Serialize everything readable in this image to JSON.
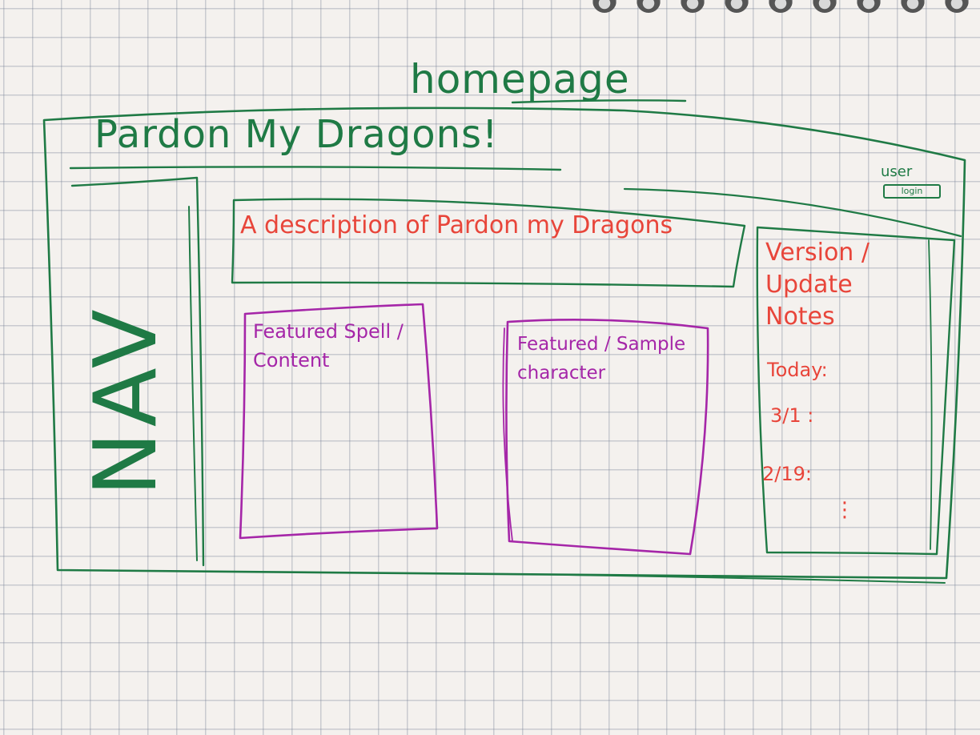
{
  "page_label": "homepage",
  "site_title": "Pardon My Dragons!",
  "header": {
    "user_label": "user",
    "user_button": "login"
  },
  "nav": {
    "label": "NAV"
  },
  "description": "A description of Pardon my Dragons",
  "featured": [
    {
      "title": "Featured Spell / Content"
    },
    {
      "title": "Featured / Sample character"
    }
  ],
  "notes": {
    "title": "Version / Update Notes",
    "entries": [
      "Today:",
      "3/1 :",
      "2/19:"
    ],
    "more": "⋮"
  },
  "colors": {
    "green_ink": "#1f7a45",
    "red_ink": "#e8453a",
    "purple_ink": "#a526a8",
    "paper": "#f4f1ee",
    "grid": "#8a93a6"
  }
}
